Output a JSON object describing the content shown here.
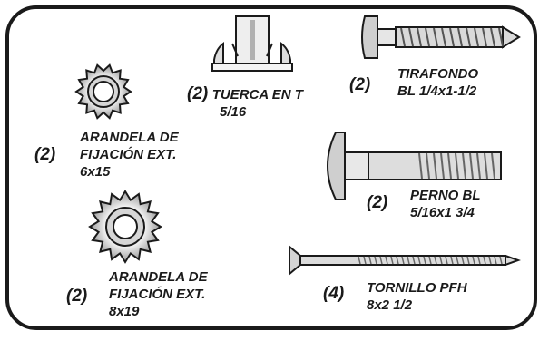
{
  "parts": {
    "tuerca_t": {
      "qty": "(2)",
      "line1": "TUERCA EN T",
      "line2": "5/16"
    },
    "tirafondo": {
      "qty": "(2)",
      "line1": "TIRAFONDO",
      "line2": "BL 1/4x1-1/2"
    },
    "arandela_6": {
      "qty": "(2)",
      "line1": "ARANDELA DE",
      "line2": "FIJACIÓN EXT.",
      "line3": "6x15"
    },
    "perno": {
      "qty": "(2)",
      "line1": "PERNO BL",
      "line2": "5/16x1 3/4"
    },
    "arandela_8": {
      "qty": "(2)",
      "line1": "ARANDELA DE",
      "line2": "FIJACIÓN EXT.",
      "line3": "8x19"
    },
    "tornillo": {
      "qty": "(4)",
      "line1": "TORNILLO PFH",
      "line2": "8x2 1/2"
    }
  },
  "icons": [
    "lock-washer-small-icon",
    "t-nut-icon",
    "lag-screw-icon",
    "carriage-bolt-icon",
    "lock-washer-large-icon",
    "flat-head-screw-icon"
  ]
}
